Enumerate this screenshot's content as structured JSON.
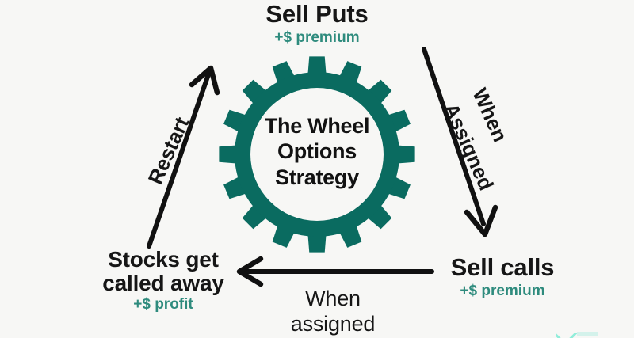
{
  "diagram": {
    "title": "The Wheel Options Strategy",
    "background_color": "#f7f7f5",
    "accent_color": "#0a6b60",
    "subtitle_color": "#2e8b7d",
    "text_color": "#161616",
    "center": {
      "line1": "The Wheel",
      "line2": "Options",
      "line3": "Strategy"
    },
    "nodes": [
      {
        "id": "sell-puts",
        "title": "Sell Puts",
        "subtitle": "+$ premium"
      },
      {
        "id": "sell-calls",
        "title": "Sell calls",
        "subtitle": "+$ premium"
      },
      {
        "id": "stocks-called-away",
        "title": "Stocks get called away",
        "subtitle": "+$ profit"
      }
    ],
    "edges": [
      {
        "id": "sell-puts-to-sell-calls",
        "label_line1": "When",
        "label_line2": "Assigned",
        "from": "sell-puts",
        "to": "sell-calls",
        "direction": "down-right"
      },
      {
        "id": "sell-calls-to-stocks-called-away",
        "label_line1": "When",
        "label_line2": "assigned",
        "from": "sell-calls",
        "to": "stocks-called-away",
        "direction": "left"
      },
      {
        "id": "stocks-called-away-to-sell-puts",
        "label": "Restart",
        "from": "stocks-called-away",
        "to": "sell-puts",
        "direction": "up-right"
      }
    ],
    "gear": {
      "teeth": 16,
      "fill": "#0a6b60",
      "hub_fill": "#f7f7f5"
    }
  }
}
